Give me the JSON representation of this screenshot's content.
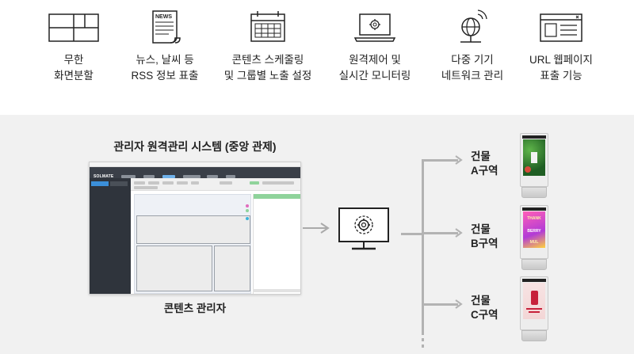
{
  "features": [
    {
      "line1": "무한",
      "line2": "화면분할",
      "icon": "split-screen-icon"
    },
    {
      "line1": "뉴스, 날씨 등",
      "line2": "RSS 정보 표출",
      "icon": "newspaper-icon",
      "icon_text": "NEWS"
    },
    {
      "line1": "콘텐츠 스케줄링",
      "line2": "및 그룹별 노출 설정",
      "icon": "calendar-icon"
    },
    {
      "line1": "원격제어 및",
      "line2": "실시간 모니터링",
      "icon": "laptop-gear-icon"
    },
    {
      "line1": "다중 기기",
      "line2": "네트워크 관리",
      "icon": "globe-network-icon"
    },
    {
      "line1": "URL 웹페이지",
      "line2": "표출 기능",
      "icon": "browser-window-icon"
    }
  ],
  "system": {
    "title": "관리자 원격관리 시스템 (중앙 관제)",
    "caption": "콘텐츠 관리자",
    "app_logo": "SOLMATE"
  },
  "buildings": [
    {
      "line1": "건물",
      "line2": "A구역",
      "screen": "green-foliage"
    },
    {
      "line1": "건물",
      "line2": "B구역",
      "screen": "pink-party",
      "screen_text": "THANK / BERRY / MUL"
    },
    {
      "line1": "건물",
      "line2": "C구역",
      "screen": "red-cosmetic"
    }
  ],
  "colors": {
    "diagram_bg": "#f1f1f1",
    "arrow": "#aaaaaa",
    "accent_blue": "#3b8fd9",
    "accent_green": "#8fd39b"
  }
}
